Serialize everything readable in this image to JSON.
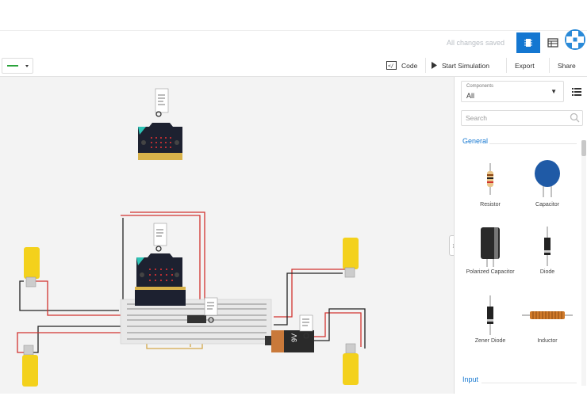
{
  "topbar": {
    "saved_text": "All changes saved"
  },
  "toolbar": {
    "code_label": "Code",
    "simulate_label": "Start Simulation",
    "export_label": "Export",
    "share_label": "Share"
  },
  "panel": {
    "dropdown_label": "Components",
    "dropdown_value": "All",
    "search_placeholder": "Search",
    "section_general": "General",
    "section_input": "Input",
    "components": [
      {
        "name": "Resistor"
      },
      {
        "name": "Capacitor"
      },
      {
        "name": "Polarized Capacitor"
      },
      {
        "name": "Diode"
      },
      {
        "name": "Zener Diode"
      },
      {
        "name": "Inductor"
      }
    ]
  },
  "canvas": {
    "battery_label": "9V"
  },
  "colors": {
    "accent": "#1477d1",
    "wire_red": "#d2332f",
    "wire_black": "#222222",
    "motor_yellow": "#f3d11c"
  }
}
